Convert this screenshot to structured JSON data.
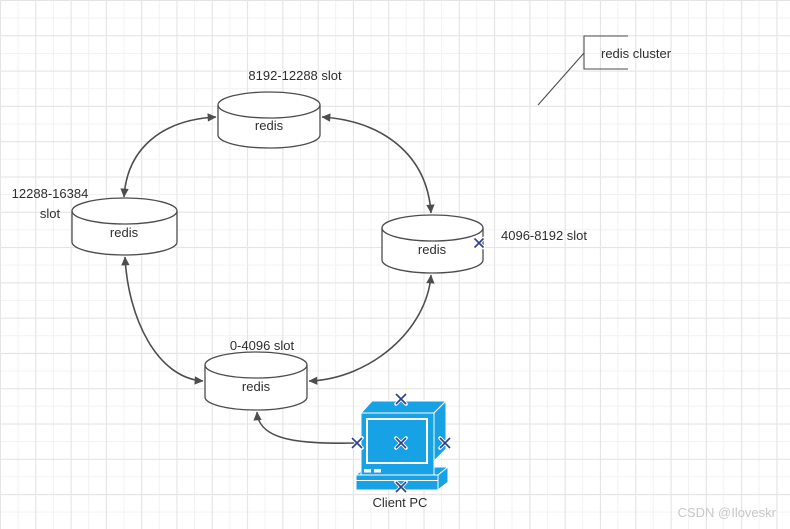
{
  "diagram": {
    "callout_label": "redis cluster",
    "nodes": [
      {
        "name": "redis-top",
        "label": "redis",
        "slot": "8192-12288 slot"
      },
      {
        "name": "redis-left",
        "label": "redis",
        "slot": "12288-16384 slot"
      },
      {
        "name": "redis-right",
        "label": "redis",
        "slot": "4096-8192 slot"
      },
      {
        "name": "redis-bottom",
        "label": "redis",
        "slot": "0-4096 slot"
      }
    ],
    "client_pc": {
      "label": "Client PC"
    },
    "colors": {
      "line": "#4d4d4d",
      "text": "#2e2e2e",
      "connection_marker": "#2b3f94",
      "client_fill": "#17a2e6",
      "grid_minor": "#f2f2f2",
      "grid_major": "#e4e4e4",
      "watermark": "#c8c8c8"
    }
  },
  "watermark": {
    "text": "CSDN @Iloveskr"
  }
}
